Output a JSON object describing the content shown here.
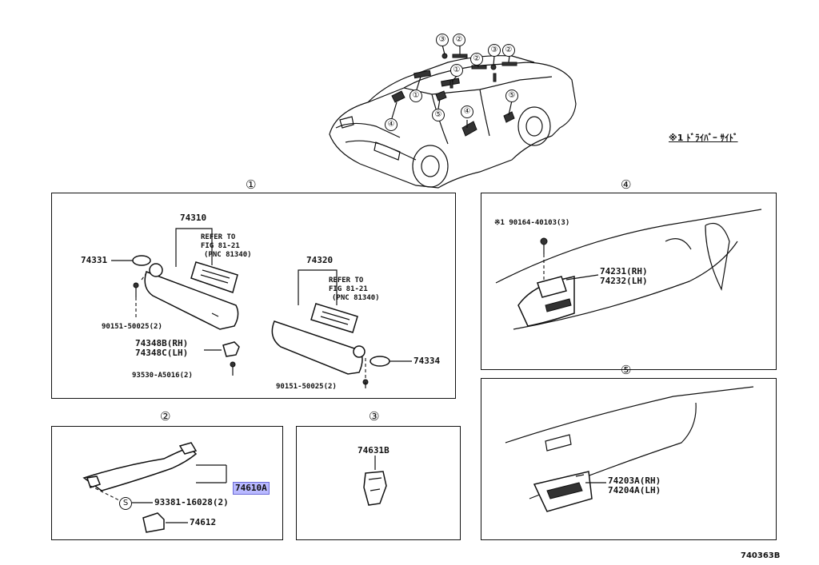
{
  "note_driver_side": "※1 ﾄﾞﾗｲﾊﾞｰ ｻｲﾄﾞ",
  "figure_code": "740363B",
  "car_callouts": [
    "③",
    "②",
    "②",
    "③",
    "②",
    "①",
    "①",
    "④",
    "⑤",
    "④",
    "⑤"
  ],
  "panel1": {
    "label": "①",
    "part_74310": "74310",
    "refer_a": "REFER TO",
    "fig_a": "FIG 81-21",
    "pnc_a": "(PNC 81340)",
    "part_74331": "74331",
    "screw_a": "90151-50025(2)",
    "part_74320": "74320",
    "refer_b": "REFER TO",
    "fig_b": "FIG 81-21",
    "pnc_b": "(PNC 81340)",
    "holder_rh": "74348B(RH)",
    "holder_lh": "74348C(LH)",
    "screw_c": "93530-A5016(2)",
    "part_74334": "74334",
    "screw_b": "90151-50025(2)"
  },
  "panel2": {
    "label": "②",
    "part_74610A": "74610A",
    "s_mark": "S",
    "screw": "93381-16028(2)",
    "part_74612": "74612"
  },
  "panel3": {
    "label": "③",
    "part_74631B": "74631B"
  },
  "panel4": {
    "label": "④",
    "screw": "※1 90164-40103(3)",
    "part_rh": "74231(RH)",
    "part_lh": "74232(LH)"
  },
  "panel5": {
    "label": "⑤",
    "part_rh": "74203A(RH)",
    "part_lh": "74204A(LH)"
  },
  "colors": {
    "highlight": "#b9b9ff",
    "line": "#111111"
  }
}
